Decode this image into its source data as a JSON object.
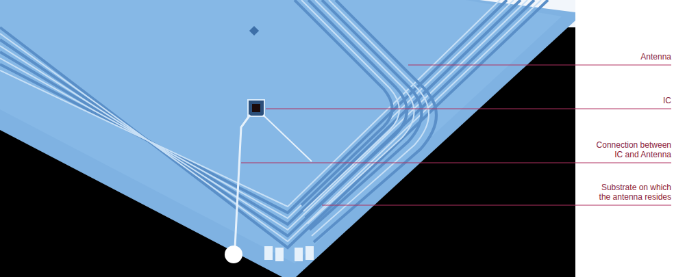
{
  "diagram": {
    "labels": [
      "Antenna",
      "IC",
      "Connection between IC and Antenna",
      "Substrate on which the antenna resides"
    ]
  }
}
